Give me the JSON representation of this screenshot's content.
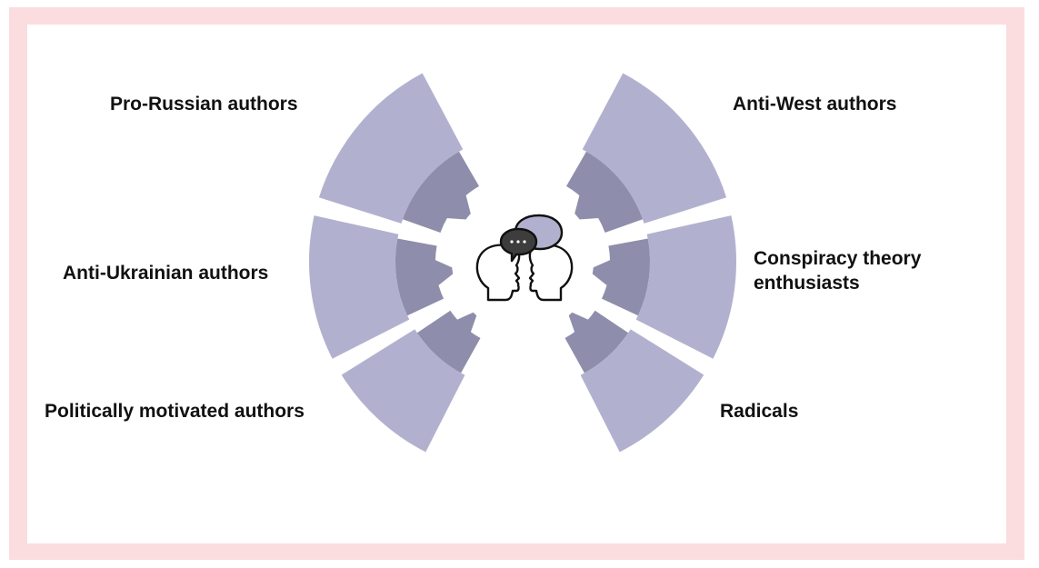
{
  "colors": {
    "frame": "#fbdde0",
    "panel": "#ffffff",
    "segment_light": "#b1b1cf",
    "segment_dark": "#8e8dab",
    "bubble_dark": "#3d3d3d",
    "bubble_light": "#b1b1cf",
    "outline": "#111111"
  },
  "icon": "two-heads-conversation-icon",
  "labels": {
    "left": [
      {
        "text": "Pro-Russian authors"
      },
      {
        "text": "Anti-Ukrainian authors"
      },
      {
        "text": "Politically motivated authors"
      }
    ],
    "right": [
      {
        "text": "Anti-West authors"
      },
      {
        "lines": [
          "Conspiracy theory",
          "enthusiasts"
        ]
      },
      {
        "text": "Radicals"
      }
    ]
  }
}
